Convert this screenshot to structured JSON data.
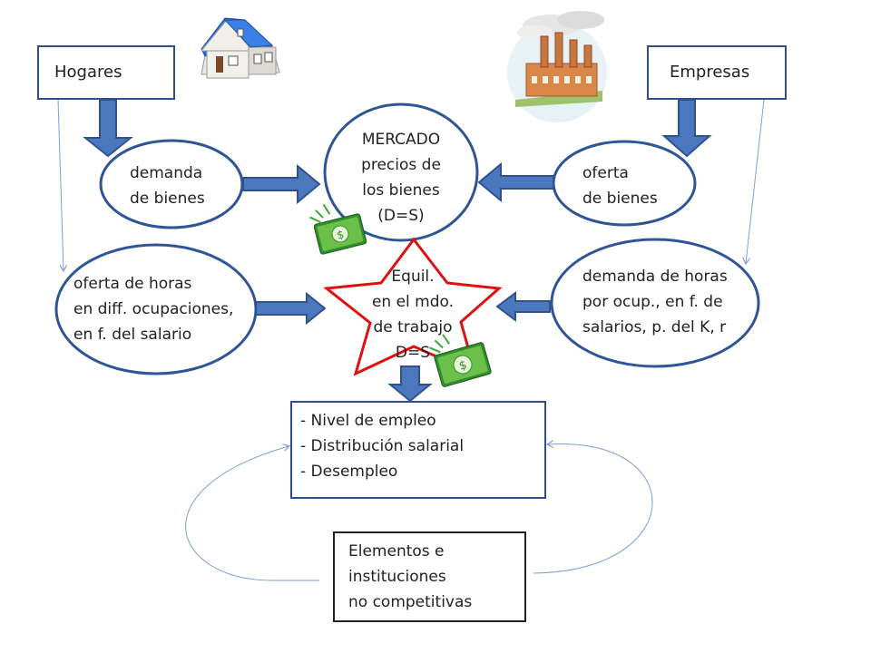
{
  "hogares": "Hogares",
  "empresas": "Empresas",
  "mercado": "MERCADO\nprecios de\nlos bienes\n(D=S)",
  "demanda_bienes": "demanda\nde bienes",
  "oferta_bienes": "oferta\nde bienes",
  "oferta_horas": "oferta de horas\nen diff. ocupaciones,\nen f. del salario",
  "demanda_horas": "demanda de horas\npor ocup., en f. de\nsalarios, p. del K, r",
  "equilibrio": "Equil.\nen el mdo.\nde trabajo\nD=S",
  "resultados": "- Nivel de empleo\n- Distribución salarial\n- Desempleo",
  "elementos": "Elementos e\ninstituciones\nno competitivas",
  "money_symbol": "$",
  "colors": {
    "box_border": "#2f4f8a",
    "ellipse_border": "#2f5597",
    "arrow_fill": "#4a77be",
    "arrow_stroke": "#2f528f",
    "star_border": "#e01010",
    "thin_line": "#7b9fd4",
    "money_green": "#39a635",
    "house_roof": "#2e6fd6",
    "factory_brick": "#d9884a"
  },
  "icons": [
    "house-icon",
    "factory-icon",
    "money-icon",
    "money-icon"
  ]
}
